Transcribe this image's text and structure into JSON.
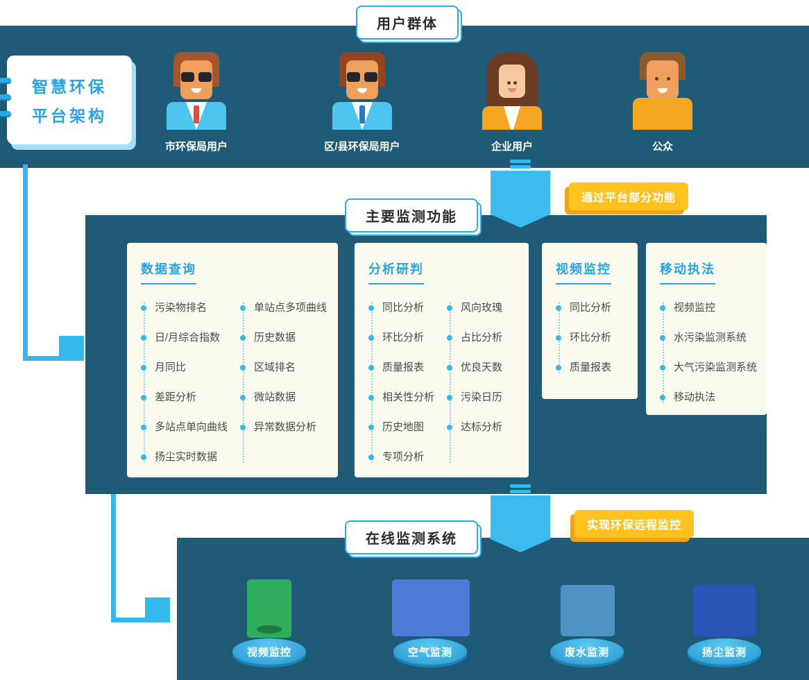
{
  "page_title": "智慧环保平台架构",
  "colors": {
    "panel_bg": "#1F5B76",
    "accent_blue": "#35B9EC",
    "accent_yellow": "#FFC21F",
    "card_bg": "#FBFAEE",
    "title_blue": "#29A3DF"
  },
  "logo_card": {
    "line1": "智慧环保",
    "line2": "平台架构"
  },
  "sections": {
    "users": {
      "title": "用户群体",
      "members": [
        {
          "label": "市环保局用户",
          "type": "male-glasses"
        },
        {
          "label": "区/县环保局用户",
          "type": "male-glasses"
        },
        {
          "label": "企业用户",
          "type": "female"
        },
        {
          "label": "公众",
          "type": "male"
        }
      ]
    },
    "functions": {
      "title": "主要监测功能",
      "cards": [
        {
          "title": "数据查询",
          "columns": [
            [
              "污染物排名",
              "日/月综合指数",
              "月同比",
              "差距分析",
              "多站点单向曲线",
              "扬尘实时数据"
            ],
            [
              "单站点多项曲线",
              "历史数据",
              "区域排名",
              "微站数据",
              "异常数据分析"
            ]
          ]
        },
        {
          "title": "分析研判",
          "columns": [
            [
              "同比分析",
              "环比分析",
              "质量报表",
              "相关性分析",
              "历史地图",
              "专项分析"
            ],
            [
              "风向玫瑰",
              "占比分析",
              "优良天数",
              "污染日历",
              "达标分析"
            ]
          ]
        },
        {
          "title": "视频监控",
          "columns": [
            [
              "同比分析",
              "环比分析",
              "质量报表"
            ]
          ]
        },
        {
          "title": "移动执法",
          "columns": [
            [
              "视频监控",
              "水污染监测系统",
              "大气污染监测系统",
              "移动执法"
            ]
          ]
        }
      ]
    },
    "systems": {
      "title": "在线监测系统",
      "items": [
        {
          "label": "视频监控",
          "color": "#2EAE5C"
        },
        {
          "label": "空气监测",
          "color": "#4C7CD8"
        },
        {
          "label": "废水监测",
          "color": "#4E93C4"
        },
        {
          "label": "扬尘监测",
          "color": "#2C55B8"
        }
      ]
    }
  },
  "connectors": {
    "flag1": "通过平台部分功能",
    "flag2": "实现环保远程监控"
  }
}
